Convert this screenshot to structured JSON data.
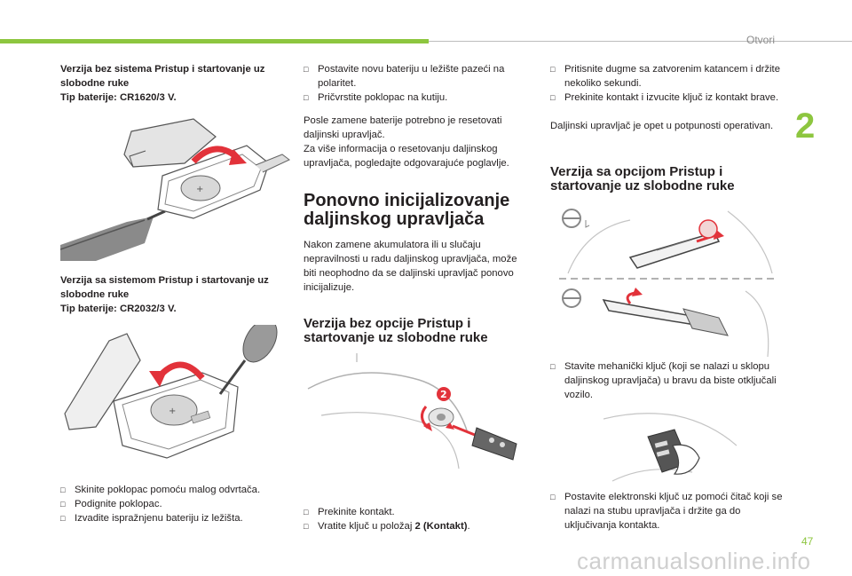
{
  "header": {
    "section": "Otvori",
    "chapter": "2"
  },
  "page_number": "47",
  "watermark": "carmanualsonline.info",
  "col1": {
    "block1_line1": "Verzija bez sistema Pristup i startovanje uz",
    "block1_line2": "slobodne ruke",
    "block1_line3": "Tip baterije: CR1620/3 V.",
    "block2_line1": "Verzija sa sistemom Pristup i startovanje uz",
    "block2_line2": "slobodne ruke",
    "block2_line3": "Tip baterije: CR2032/3 V.",
    "steps": [
      "Skinite poklopac pomoću malog odvrtača.",
      "Podignite poklopac.",
      "Izvadite ispražnjenu bateriju iz ležišta."
    ]
  },
  "col2": {
    "steps_top": [
      "Postavite novu bateriju u ležište pazeći na polaritet.",
      "Pričvrstite poklopac na kutiju."
    ],
    "para1": "Posle zamene baterije potrebno je resetovati daljinski upravljač.",
    "para2": "Za više informacija o resetovanju daljinskog upravljača, pogledajte odgovarajuće poglavlje.",
    "h_reinit": "Ponovno inicijalizovanje daljinskog upravljača",
    "para3": "Nakon zamene akumulatora ili u slučaju nepravilnosti u radu daljinskog upravljača, može biti neophodno da se daljinski upravljač ponovo inicijalizuje.",
    "h_without": "Verzija bez opcije Pristup i startovanje uz slobodne ruke",
    "figure_badge": "2",
    "step_a": "Prekinite kontakt.",
    "step_b_pre": "Vratite ključ u položaj ",
    "step_b_bold": "2 (Kontakt)",
    "step_b_post": "."
  },
  "col3": {
    "steps_top": [
      "Pritisnite dugme sa zatvorenim katancem i držite nekoliko sekundi.",
      "Prekinite kontakt i izvucite ključ iz kontakt brave."
    ],
    "para1": "Daljinski upravljač je opet u potpunosti operativan.",
    "h_with": "Verzija sa opcijom Pristup i startovanje uz slobodne ruke",
    "step_mech": "Stavite mehanički ključ (koji se nalazi u sklopu daljinskog upravljača) u bravu da biste otključali vozilo.",
    "step_reader": "Postavite elektronski ključ uz pomoći čitač koji se nalazi na stubu upravljača i držite ga do uključivanja kontakta."
  },
  "colors": {
    "accent_green": "#8dc63f",
    "arrow_red": "#e2323a",
    "text": "#231f20"
  },
  "icons": {
    "bullet": "square-bullet-icon"
  }
}
